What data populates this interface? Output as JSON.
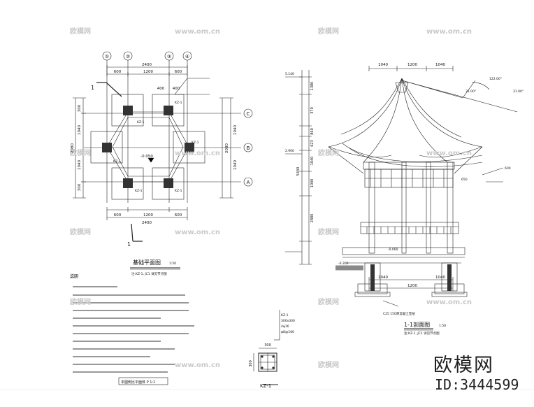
{
  "watermark": {
    "brand": "欧模网",
    "url": "www.om.cn"
  },
  "brand": {
    "name": "欧模网",
    "id": "ID:3444599"
  },
  "plan": {
    "axes_top": [
      "①",
      "②",
      "③",
      "④"
    ],
    "axes_right": [
      "C",
      "B",
      "A"
    ],
    "dim_top_total": "2400",
    "dim_top_parts": [
      "600",
      "1200",
      "600"
    ],
    "dim_bottom_total": "2400",
    "dim_bottom_parts": [
      "600",
      "1200",
      "600"
    ],
    "dim_left": [
      "300",
      "1040",
      "2080",
      "1040",
      "300"
    ],
    "dim_right": [
      "1040",
      "2080",
      "1040"
    ],
    "dim_small": [
      "400",
      "400"
    ],
    "kz_tags": [
      "KZ-1",
      "KZ-1",
      "KZ-1",
      "KZ-1",
      "KZ-1",
      "KZ-1"
    ],
    "level": "-0.050",
    "section_mark": "1",
    "title": "基础平面图",
    "scale": "1:50",
    "subtitle": "注:KZ-1, JC1 详见节点图"
  },
  "notes": {
    "heading": "说明",
    "footer": "本图例比平面体 P 1:1"
  },
  "column": {
    "tag": "KZ-1",
    "dim_w": "300",
    "dim_h": "300",
    "label": "KZ-1",
    "callouts": [
      "KZ-1",
      "300x300",
      "4φ16",
      "φ8@100"
    ]
  },
  "section": {
    "dims_top": [
      "1040",
      "1200",
      "1040"
    ],
    "dims_bottom": [
      "1040",
      "1200",
      "1040"
    ],
    "dims_left": [
      "1380",
      "370",
      "860",
      "623",
      "1040",
      "1000",
      "2880",
      "5440"
    ],
    "levels": [
      "5.140",
      "2.900",
      "-0.060",
      "-0.300"
    ],
    "angle": "122.00°",
    "roof_angles": [
      "31.00°",
      "31.00°"
    ],
    "callouts": [
      "650",
      "600",
      "C25 150厚混凝土垫层"
    ],
    "title": "1-1剖面图",
    "scale": "1:50",
    "subtitle": "注:KZ-1, JC1 详见节点图"
  }
}
